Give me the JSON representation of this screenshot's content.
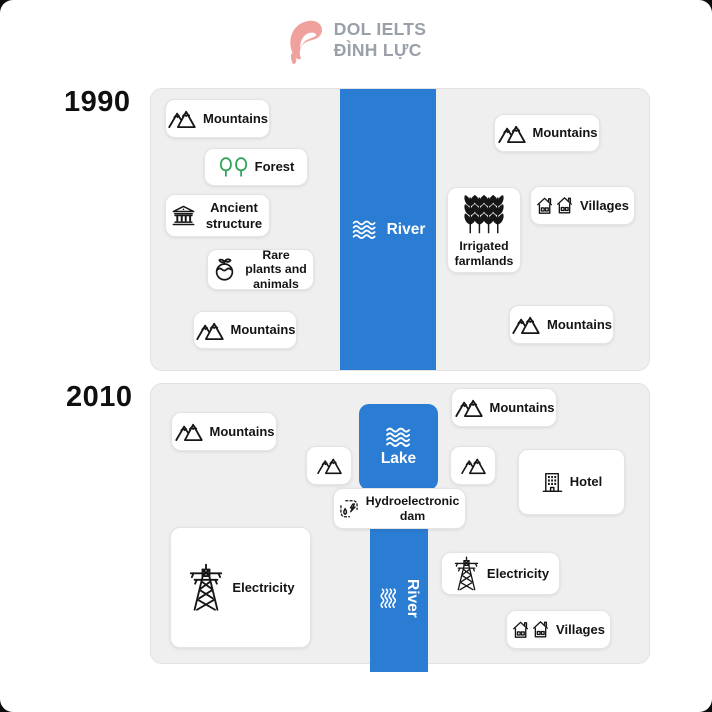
{
  "logo": {
    "brand_line1": "DOL IELTS",
    "brand_line2": "ĐÌNH LỰC",
    "mark_icon": "dol-d-swoosh-logo"
  },
  "colors": {
    "water_blue": "#2B7CD3",
    "panel_gray": "#EFEFEF",
    "card_white": "#FFFFFF",
    "forest_green": "#2FA457",
    "logo_pink": "#F1A19D",
    "logo_text_gray": "#9AA0A8",
    "text_dark": "#141414"
  },
  "map_1990": {
    "year_label": "1990",
    "river_label": "River",
    "river_icon": "waves-icon",
    "cards": [
      {
        "icon": "mountains",
        "label": "Mountains"
      },
      {
        "icon": "forest-trees",
        "label": "Forest"
      },
      {
        "icon": "ancient-temple",
        "label": "Ancient structure"
      },
      {
        "icon": "rare-fruit",
        "label": "Rare plants and animals"
      },
      {
        "icon": "mountains",
        "label": "Mountains"
      },
      {
        "icon": "mountains",
        "label": "Mountains"
      },
      {
        "icon": "wheat",
        "label": "Irrigated farmlands"
      },
      {
        "icon": "village-houses",
        "label": "Villages"
      },
      {
        "icon": "mountains",
        "label": "Mountains"
      }
    ]
  },
  "map_2010": {
    "year_label": "2010",
    "lake_label": "Lake",
    "river_label": "River",
    "lake_icon": "waves-icon",
    "river_icon": "waves-icon",
    "cards": [
      {
        "icon": "mountains",
        "label": "Mountains"
      },
      {
        "icon": "mountains",
        "label": ""
      },
      {
        "icon": "mountains",
        "label": "Mountains"
      },
      {
        "icon": "mountains",
        "label": ""
      },
      {
        "icon": "hotel-building",
        "label": "Hotel"
      },
      {
        "icon": "hydro-dam",
        "label": "Hydroelectronic dam"
      },
      {
        "icon": "electricity-pylon",
        "label": "Electricity"
      },
      {
        "icon": "electricity-pylon",
        "label": "Electricity"
      },
      {
        "icon": "village-houses",
        "label": "Villages"
      }
    ]
  }
}
